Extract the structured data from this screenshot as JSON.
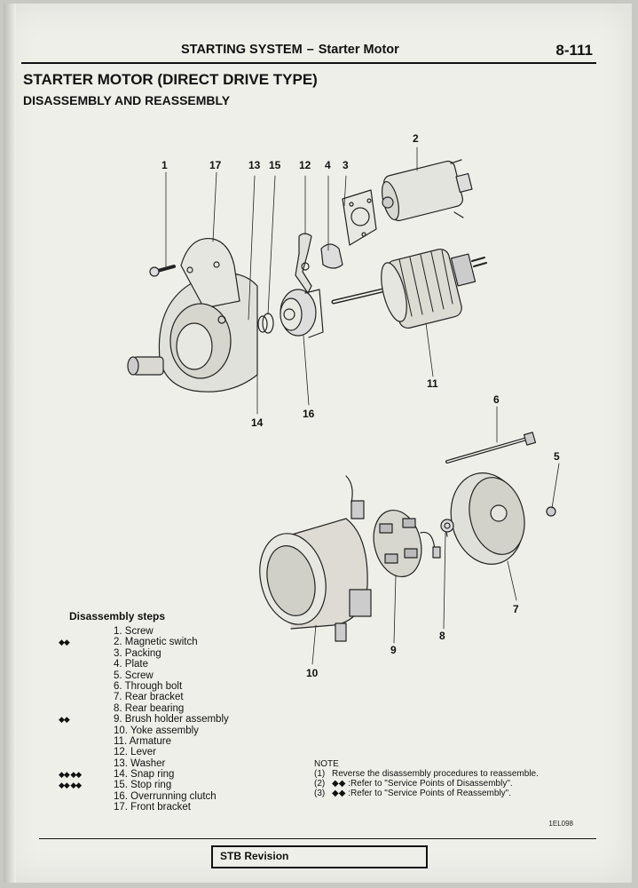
{
  "header": {
    "section": "STARTING SYSTEM",
    "dash": "–",
    "subsection": "Starter Motor",
    "page_number": "8-111"
  },
  "title": "STARTER MOTOR (DIRECT DRIVE TYPE)",
  "subtitle": "DISASSEMBLY AND REASSEMBLY",
  "diagram": {
    "callouts": [
      "1",
      "17",
      "13",
      "15",
      "12",
      "4",
      "3",
      "2",
      "11",
      "14",
      "16",
      "6",
      "5",
      "7",
      "8",
      "9",
      "10"
    ]
  },
  "steps": {
    "heading": "Disassembly steps",
    "items": [
      {
        "mark": "",
        "label": "1. Screw"
      },
      {
        "mark": "◆◆",
        "label": "2. Magnetic switch"
      },
      {
        "mark": "",
        "label": "3. Packing"
      },
      {
        "mark": "",
        "label": "4. Plate"
      },
      {
        "mark": "",
        "label": "5. Screw"
      },
      {
        "mark": "",
        "label": "6. Through bolt"
      },
      {
        "mark": "",
        "label": "7. Rear bracket"
      },
      {
        "mark": "",
        "label": "8. Rear bearing"
      },
      {
        "mark": "◆◆",
        "label": "9. Brush holder assembly"
      },
      {
        "mark": "",
        "label": "10. Yoke assembly"
      },
      {
        "mark": "",
        "label": "11. Armature"
      },
      {
        "mark": "",
        "label": "12. Lever"
      },
      {
        "mark": "",
        "label": "13. Washer"
      },
      {
        "mark": "◆◆ ◆◆",
        "label": "14. Snap ring"
      },
      {
        "mark": "◆◆ ◆◆",
        "label": "15. Stop ring"
      },
      {
        "mark": "",
        "label": "16. Overrunning clutch"
      },
      {
        "mark": "",
        "label": "17. Front bracket"
      }
    ]
  },
  "note": {
    "heading": "NOTE",
    "items": [
      {
        "idx": "(1)",
        "text": "Reverse the disassembly procedures to reassemble."
      },
      {
        "idx": "(2)",
        "text": "◆◆ :Refer to \"Service Points of Disassembly\"."
      },
      {
        "idx": "(3)",
        "text": "◆◆ :Refer to \"Service Points of Reassembly\"."
      }
    ]
  },
  "figure_code": "1EL098",
  "footer": {
    "label": "STB Revision"
  }
}
